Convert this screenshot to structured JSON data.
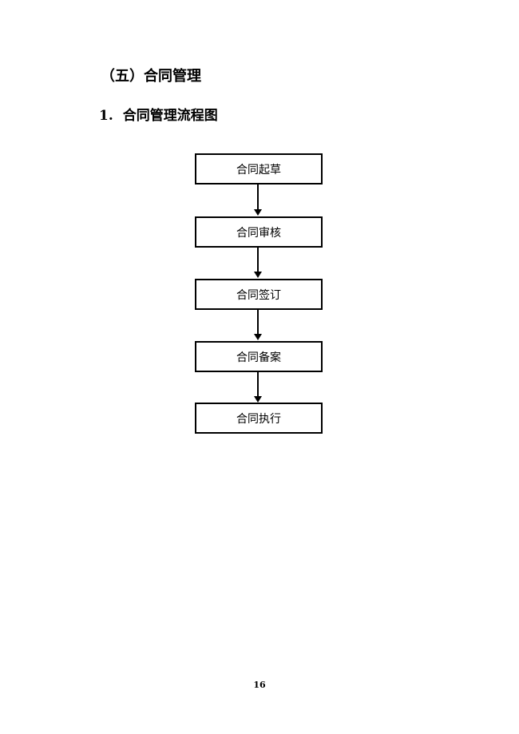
{
  "section": {
    "heading": "（五）合同管理"
  },
  "subsection": {
    "number": "1.",
    "title": "合同管理流程图"
  },
  "flowchart": {
    "steps": [
      {
        "label": "合同起草"
      },
      {
        "label": "合同审核"
      },
      {
        "label": "合同签订"
      },
      {
        "label": "合同备案"
      },
      {
        "label": "合同执行"
      }
    ]
  },
  "footer": {
    "page_number": "16"
  }
}
